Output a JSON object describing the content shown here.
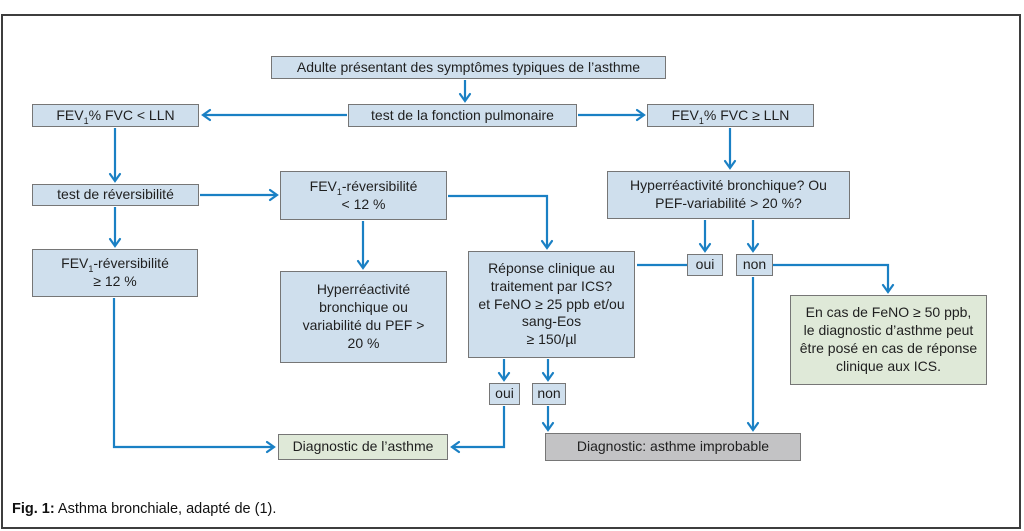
{
  "colors": {
    "arrow_blue": "#1a80c4",
    "node_fill_blue": "#cfdfed",
    "node_border": "#767676",
    "node_fill_green": "#dfe9d8",
    "node_fill_gray": "#c3c3c5",
    "frame_border": "#3d3d3d",
    "text": "#1f1f1f"
  },
  "flowchart": {
    "nodes": {
      "adulte": {
        "text": "Adulte présentant des symptômes typiques de l’asthme"
      },
      "test_fonction": {
        "text": "test de la fonction pulmonaire"
      },
      "fev_lt": {
        "pre": "FEV",
        "sub": "1",
        "post": "% FVC < LLN"
      },
      "fev_ge": {
        "pre": "FEV",
        "sub": "1",
        "post": "% FVC ≥ LLN"
      },
      "test_rev": {
        "text": "test de réversibilité"
      },
      "rev_lt": {
        "pre": "FEV",
        "sub": "1",
        "post": "-réversibilité",
        "line2": "< 12 %"
      },
      "rev_ge": {
        "pre": "FEV",
        "sub": "1",
        "post": "-réversibilité",
        "line2": "≥ 12 %"
      },
      "hyper_q": {
        "lines": [
          "Hyperréactivité bronchique? Ou",
          "PEF-variabilité > 20 %?"
        ]
      },
      "hyper_or": {
        "lines": [
          "Hyperréactivité",
          "bronchique ou",
          "variabilité du PEF >",
          "20 %"
        ]
      },
      "reponse": {
        "lines": [
          "Réponse clinique au",
          "traitement par ICS?",
          "et FeNO ≥ 25 ppb et/ou",
          "sang-Eos",
          "≥ 150/µl"
        ]
      },
      "oui_right": {
        "text": "oui"
      },
      "non_right": {
        "text": "non"
      },
      "feno_info": {
        "lines": [
          "En cas de FeNO ≥ 50 ppb,",
          "le diagnostic d’asthme peut",
          "être posé en cas de réponse",
          "clinique aux ICS."
        ]
      },
      "oui_bottom": {
        "text": "oui"
      },
      "non_bottom": {
        "text": "non"
      },
      "diag_asthme": {
        "text": "Diagnostic de l’asthme"
      },
      "diag_improbable": {
        "text": "Diagnostic: asthme improbable"
      }
    }
  },
  "caption": {
    "label": "Fig. 1:",
    "text": " Asthma bronchiale, adapté de (1)."
  }
}
